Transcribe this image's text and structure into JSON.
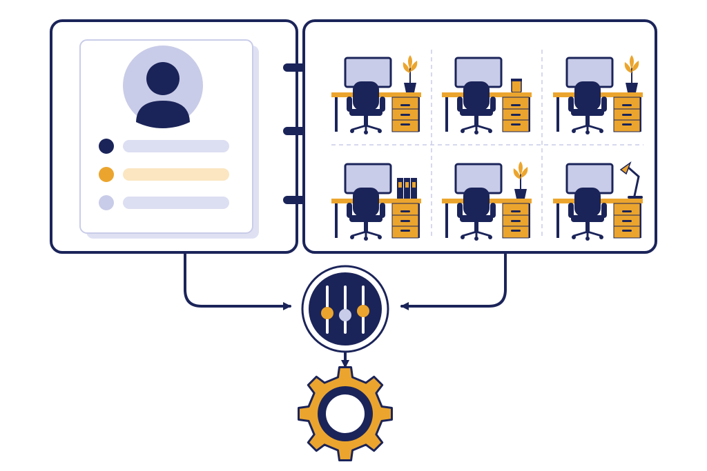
{
  "colors": {
    "navy": "#1b2459",
    "gold": "#eba52e",
    "lavender": "#c9cce8",
    "pale_lavender": "#dcdff2",
    "pale_gold": "#fbe6c1",
    "paper": "#ffffff",
    "shadow": "#dfe1f3"
  },
  "profile_card": {
    "icon": "user-avatar-icon",
    "rows": [
      {
        "bullet": "navy",
        "bar": "pale_lavender"
      },
      {
        "bullet": "gold",
        "bar": "pale_gold"
      },
      {
        "bullet": "lavender",
        "bar": "pale_lavender"
      }
    ]
  },
  "workspace_grid": {
    "rows": 2,
    "cols": 3,
    "desks": [
      {
        "accessory": "plant"
      },
      {
        "accessory": "cup"
      },
      {
        "accessory": "plant"
      },
      {
        "accessory": "binders"
      },
      {
        "accessory": "plant"
      },
      {
        "accessory": "desk-lamp"
      }
    ]
  },
  "binder_rings": 3,
  "matching_node": {
    "icon": "sliders-icon",
    "sliders": 3
  },
  "output_node": {
    "icon": "gear-icon"
  }
}
